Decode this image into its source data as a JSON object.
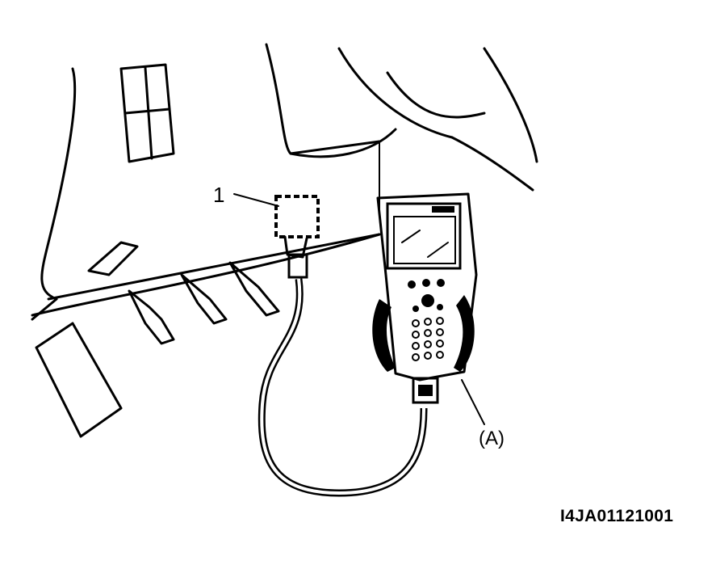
{
  "figure": {
    "callout_1": "1",
    "callout_a": "(A)",
    "figure_id": "I4JA01121001"
  },
  "colors": {
    "ink": "#000000",
    "paper": "#ffffff"
  },
  "icons": [
    "dashboard-panel",
    "dlc-connector",
    "scan-tool",
    "diagnostic-cable",
    "pedal"
  ]
}
